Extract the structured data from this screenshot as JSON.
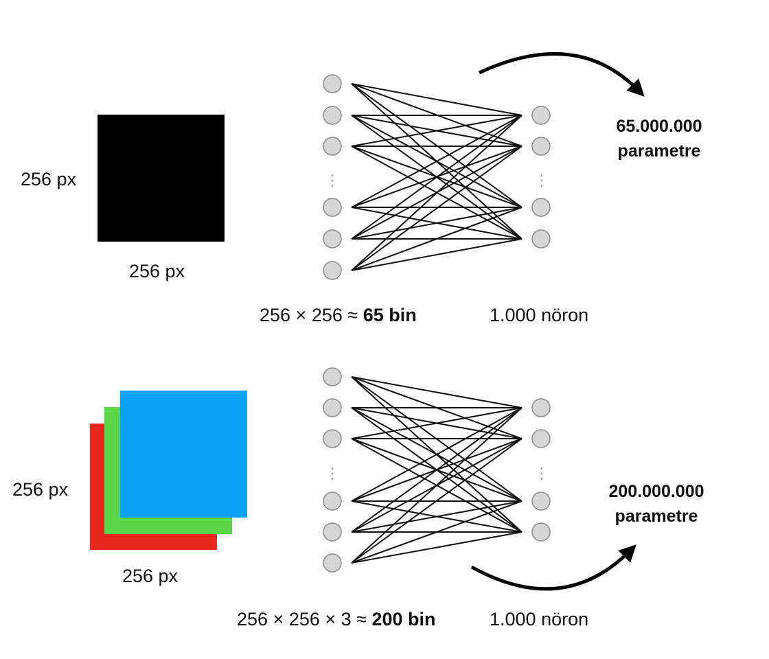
{
  "top": {
    "image_color": "#000000",
    "side_label": "256 px",
    "bottom_label": "256 px",
    "input_label_prefix": "256 × 256 ≈ ",
    "input_label_bold": "65 bin",
    "output_label": "1.000 nöron",
    "params_value": "65.000.000",
    "params_unit": "parametre"
  },
  "bottom": {
    "layer_colors": [
      "#e8281e",
      "#5cd646",
      "#0aa2f5"
    ],
    "side_label": "256 px",
    "bottom_label": "256 px",
    "input_label_prefix": "256 × 256 × 3 ≈ ",
    "input_label_bold": "200 bin",
    "output_label": "1.000 nöron",
    "params_value": "200.000.000",
    "params_unit": "parametre"
  },
  "network_style": {
    "node_fill": "#d6d6d6",
    "node_stroke": "#8a8a8a",
    "edge_color": "#111111",
    "ellipsis": "⋮"
  }
}
